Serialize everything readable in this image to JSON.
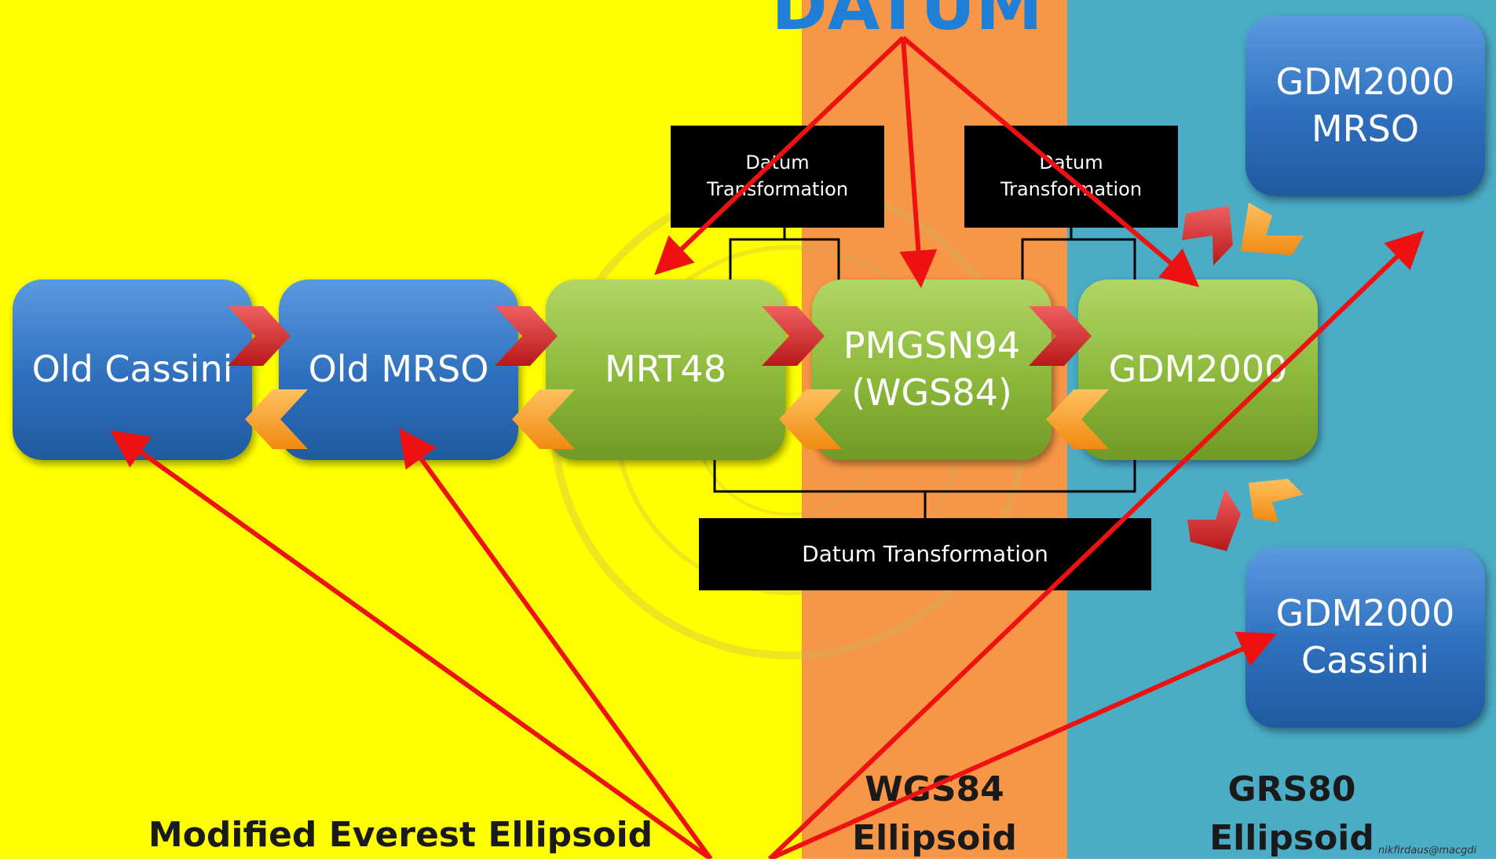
{
  "title": "DATUM",
  "zones": {
    "yellow": "Modified Everest Ellipsoid",
    "orange": [
      "WGS84",
      "Ellipsoid"
    ],
    "teal": [
      "GRS80",
      "Ellipsoid"
    ]
  },
  "boxes": {
    "old_cassini": "Old Cassini",
    "old_mrso": "Old MRSO",
    "mrt48": "MRT48",
    "pmgsn94": [
      "PMGSN94",
      "(WGS84)"
    ],
    "gdm2000": "GDM2000",
    "gdm2000_mrso": [
      "GDM2000",
      "MRSO"
    ],
    "gdm2000_cassini": [
      "GDM2000",
      "Cassini"
    ]
  },
  "transforms": {
    "left": [
      "Datum",
      "Transformation"
    ],
    "right": [
      "Datum",
      "Transformation"
    ],
    "bottom": "Datum Transformation"
  },
  "credit": "nikfirdaus@macgdi",
  "colors": {
    "yellow": "#ffff00",
    "orange": "#f79646",
    "teal": "#4bacc6",
    "blue_box": "#2e6fbd",
    "green_box": "#8cb83a",
    "arrow_red": "#ee1111",
    "title_blue": "#1f7fd6"
  }
}
